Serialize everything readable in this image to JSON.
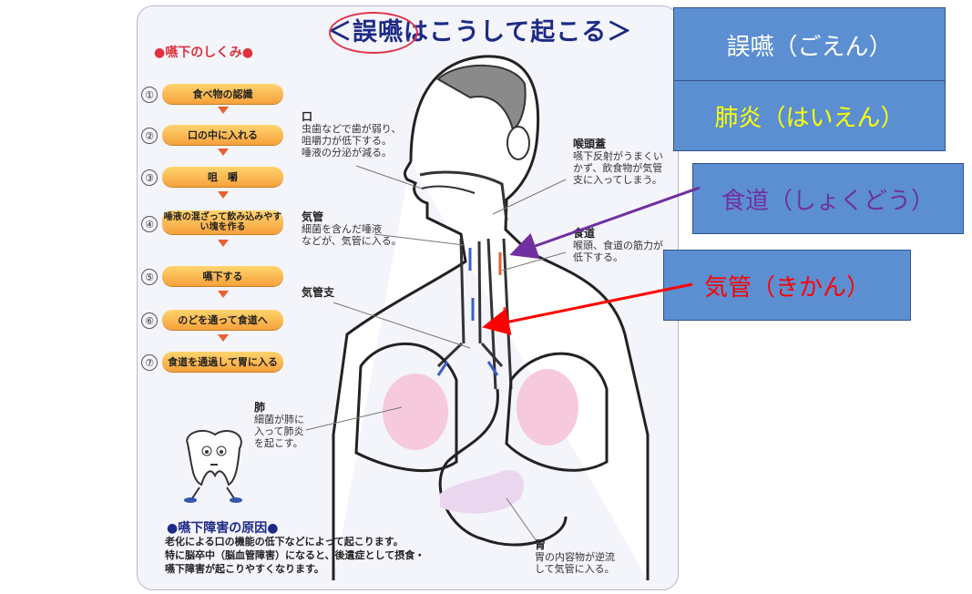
{
  "diagram": {
    "title": "＜誤嚥はこうして起こる＞",
    "swallow_section": {
      "heading": "●嚥下のしくみ●",
      "steps": [
        {
          "num": "①",
          "label": "食べ物の認識"
        },
        {
          "num": "②",
          "label": "口の中に入れる"
        },
        {
          "num": "③",
          "label": "咀　嚼"
        },
        {
          "num": "④",
          "label": "唾液の混ざって飲み込みやすい塊を作る"
        },
        {
          "num": "⑤",
          "label": "嚥下する"
        },
        {
          "num": "⑥",
          "label": "のどを通って食道へ"
        },
        {
          "num": "⑦",
          "label": "食道を通過して胃に入る"
        }
      ]
    },
    "labels": {
      "mouth": {
        "title": "口",
        "lines": [
          "虫歯などで歯が弱り、",
          "咀嚼力が低下する。",
          "唾液の分泌が減る。"
        ]
      },
      "epiglottis": {
        "title": "喉頭蓋",
        "lines": [
          "嚥下反射がうまくい",
          "かず、飲食物が気管",
          "支に入ってしまう。"
        ]
      },
      "trachea": {
        "title": "気管",
        "lines": [
          "細菌を含んだ唾液",
          "などが、気管に入る。"
        ]
      },
      "esophagus": {
        "title": "食道",
        "lines": [
          "喉頭、食道の筋力が",
          "低下する。"
        ]
      },
      "bronchi": {
        "title": "気管支",
        "lines": []
      },
      "lung": {
        "title": "肺",
        "lines": [
          "細菌が肺に",
          "入って肺炎",
          "を起こす。"
        ]
      },
      "stomach": {
        "title": "胃",
        "lines": [
          "胃の内容物が逆流",
          "して気管に入る。"
        ]
      }
    },
    "cause_section": {
      "heading": "●嚥下障害の原因●",
      "lines": [
        "老化による口の機能の低下などによって起こります。",
        "特に脳卒中（脳血管障害）になると、後遺症として摂食・",
        "嚥下障害が起こりやすくなります。"
      ]
    }
  },
  "callouts": [
    {
      "text": "誤嚥（ごえん）",
      "color": "#ffffff"
    },
    {
      "text": "肺炎（はいえん）",
      "color": "#ffff00"
    },
    {
      "text": "食道（しょくどう）",
      "color": "#7030a0"
    },
    {
      "text": "気管（きかん）",
      "color": "#ff0000"
    }
  ],
  "colors": {
    "box_fill": "#5b8fd2",
    "arrow_purple": "#7030a0",
    "arrow_red": "#ff0000"
  }
}
